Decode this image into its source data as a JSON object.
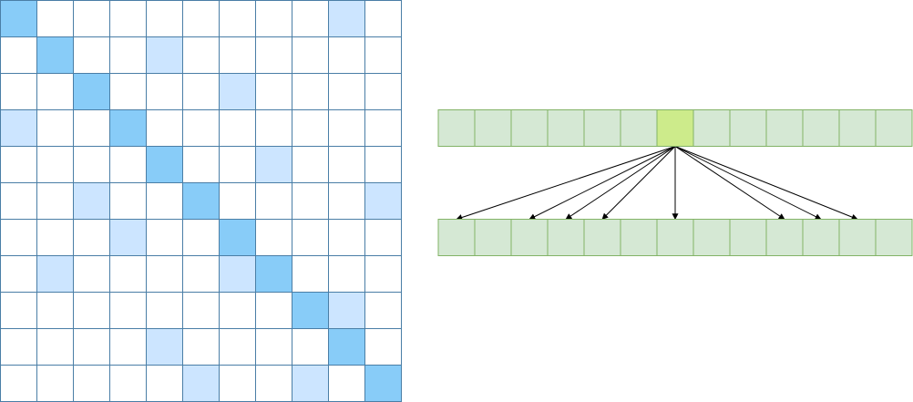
{
  "matrix": {
    "rows": 11,
    "cols": 11,
    "diagonal": [
      [
        0,
        0
      ],
      [
        1,
        1
      ],
      [
        2,
        2
      ],
      [
        3,
        3
      ],
      [
        4,
        4
      ],
      [
        5,
        5
      ],
      [
        6,
        6
      ],
      [
        7,
        7
      ],
      [
        8,
        8
      ],
      [
        9,
        9
      ],
      [
        10,
        10
      ]
    ],
    "light": [
      [
        0,
        9
      ],
      [
        1,
        4
      ],
      [
        2,
        6
      ],
      [
        3,
        0
      ],
      [
        4,
        7
      ],
      [
        5,
        2
      ],
      [
        5,
        10
      ],
      [
        6,
        3
      ],
      [
        7,
        1
      ],
      [
        7,
        6
      ],
      [
        8,
        9
      ],
      [
        9,
        4
      ],
      [
        10,
        5
      ],
      [
        10,
        8
      ]
    ]
  },
  "sequence": {
    "length": 13,
    "query_index": 6,
    "attended_indices": [
      0,
      2,
      3,
      4,
      6,
      9,
      10,
      11
    ]
  },
  "colors": {
    "grid_line": "#4a7ea6",
    "diagonal_fill": "#88ccf8",
    "light_fill": "#cce5ff",
    "seq_fill": "#d5e8d4",
    "seq_stroke": "#82b366",
    "query_fill": "#cdeb8b",
    "arrow": "#000000"
  }
}
